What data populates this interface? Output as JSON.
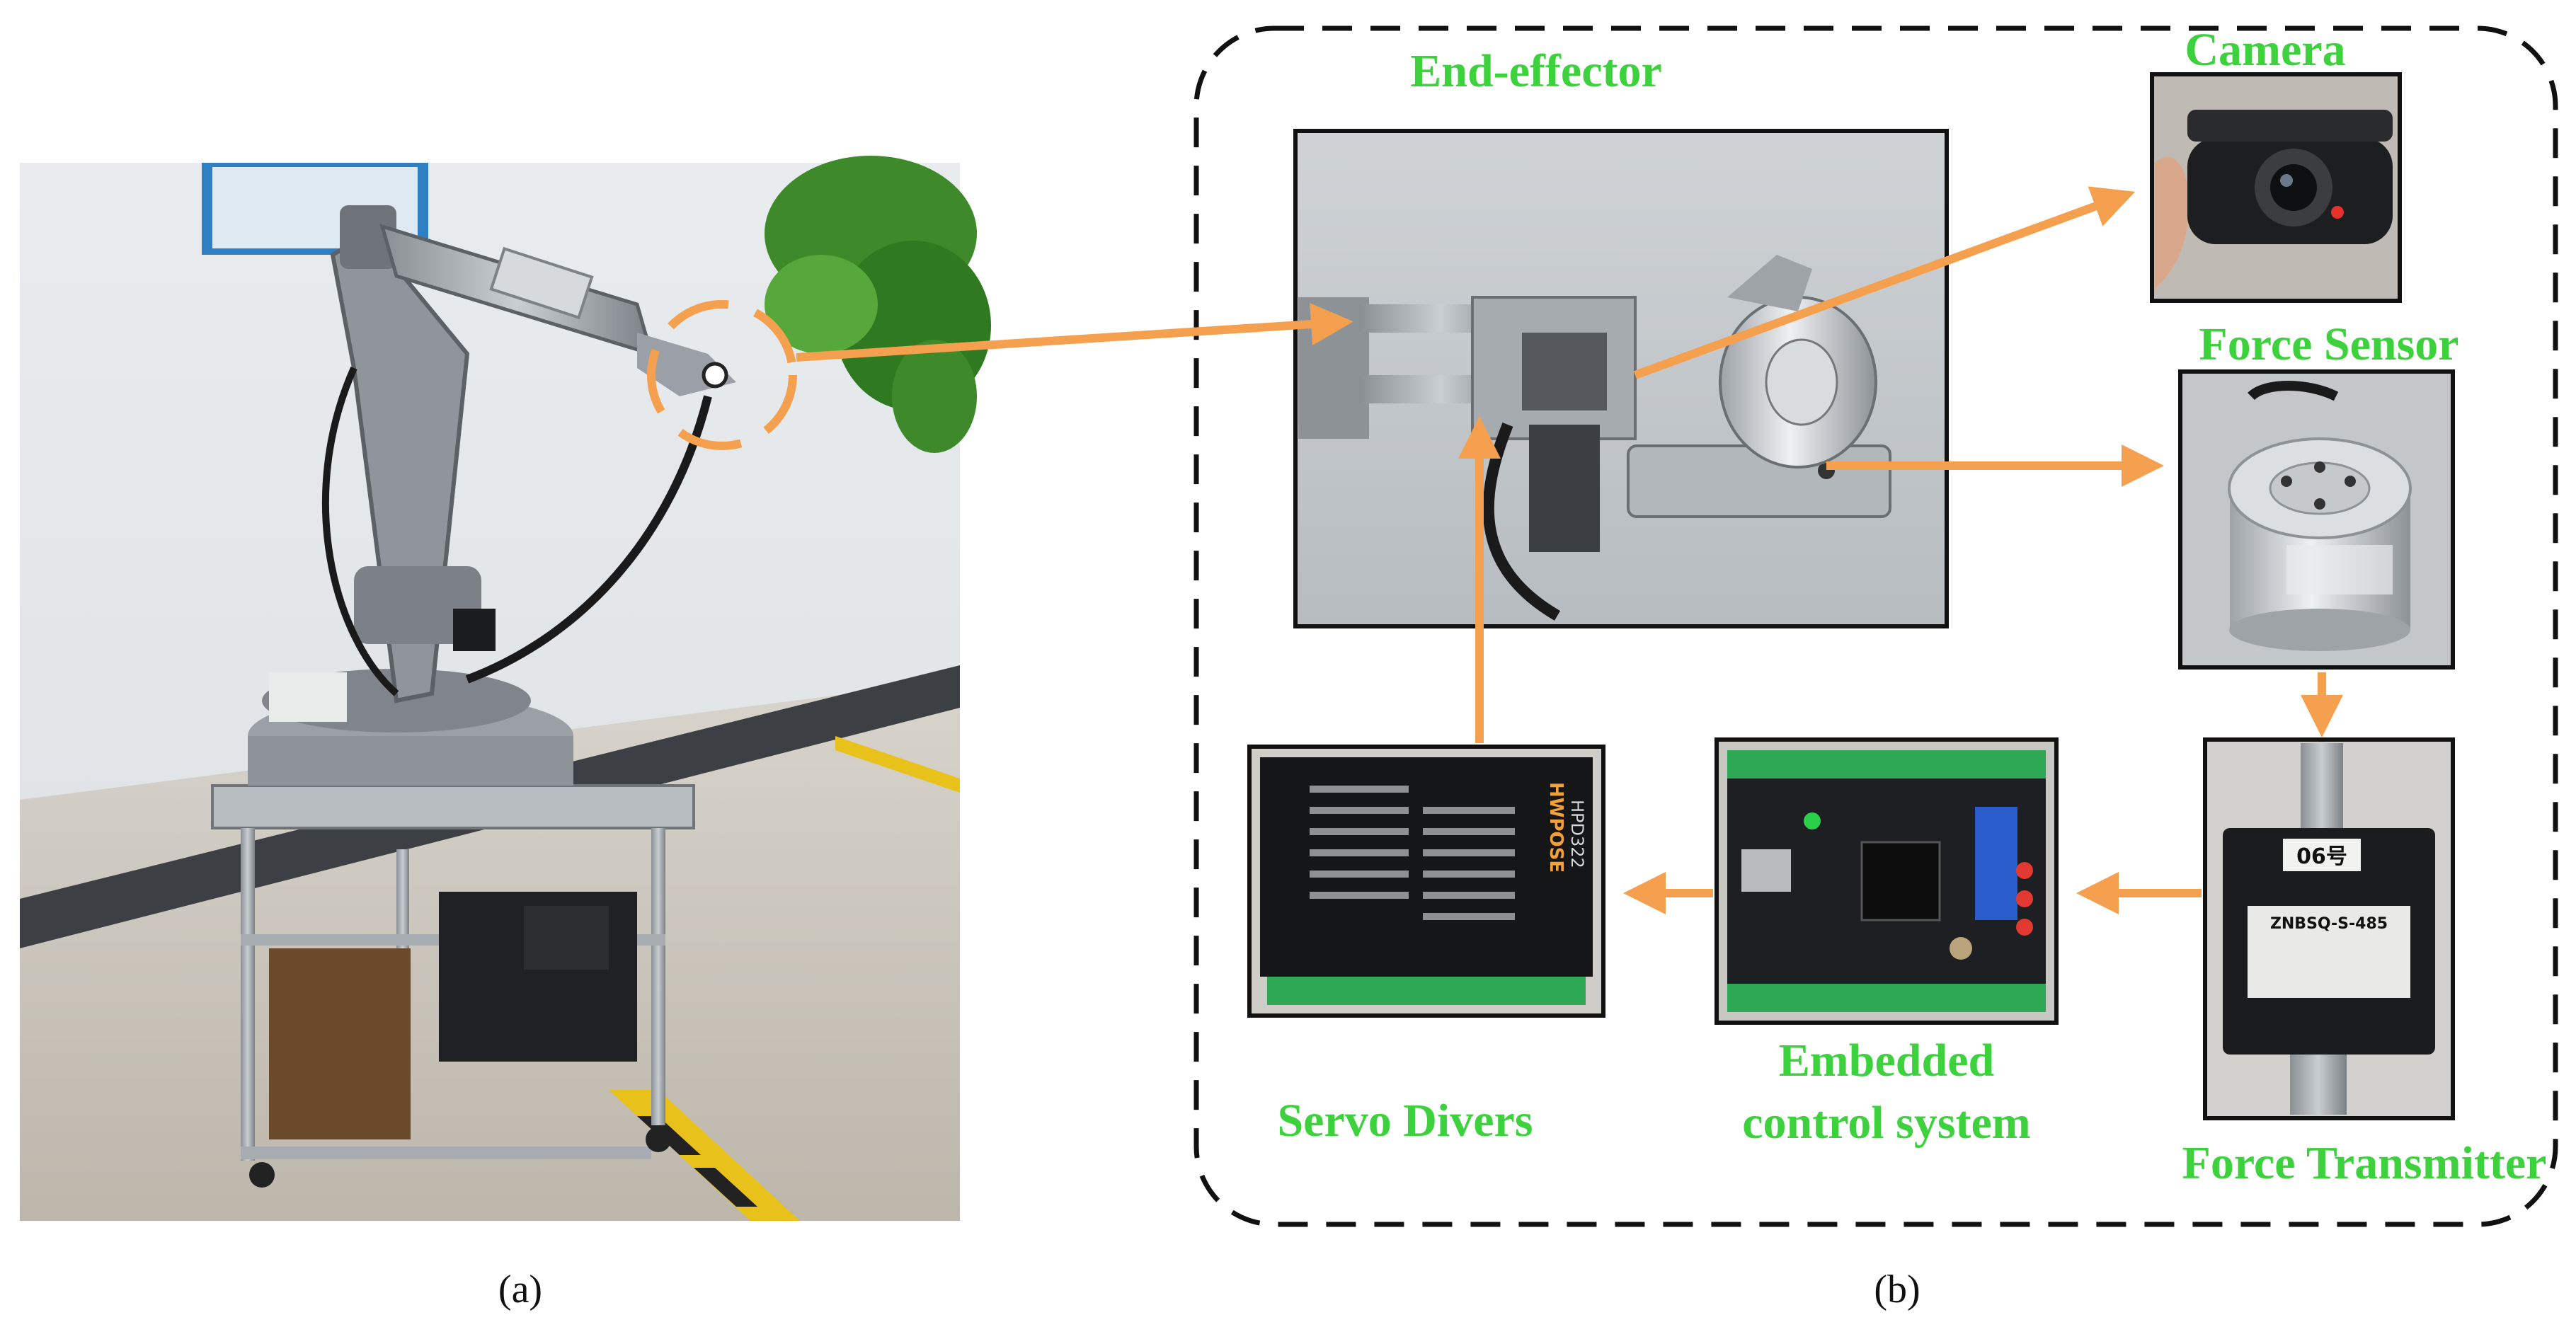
{
  "panel_a": {
    "caption": "(a)"
  },
  "panel_b": {
    "caption": "(b)",
    "components": {
      "end_effector": "End-effector",
      "camera": "Camera",
      "force_sensor": "Force Sensor",
      "force_transmitter": "Force Transmitter",
      "embedded_line1": "Embedded",
      "embedded_line2": "control system",
      "servo_drivers": "Servo Divers"
    },
    "device_text": {
      "transmitter_tag": "06号",
      "transmitter_model": "ZNBSQ-S-485",
      "driver_brand": "HWPOSE",
      "driver_model": "HPD322"
    }
  },
  "colors": {
    "label_green": "#3ed13e",
    "arrow_orange": "#f5a04f",
    "frame_black": "#111111"
  }
}
